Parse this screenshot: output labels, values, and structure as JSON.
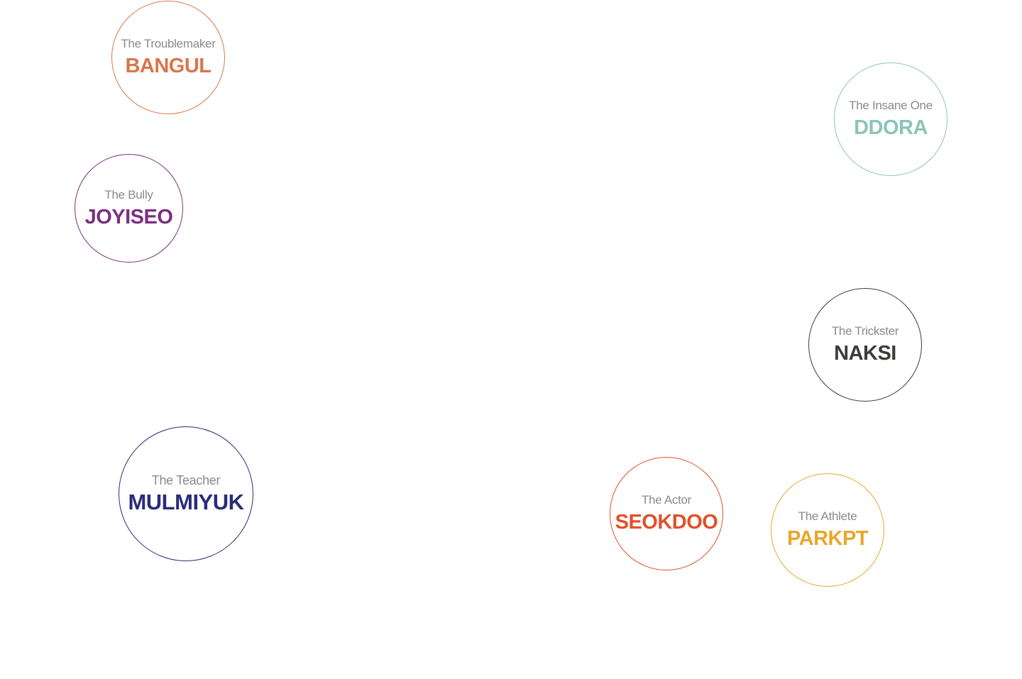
{
  "characters": [
    {
      "id": "bangul",
      "role": "The Troublemaker",
      "name": "BANGUL",
      "color": "#d9764a"
    },
    {
      "id": "ddora",
      "role": "The Insane One",
      "name": "DDORA",
      "color": "#8cc4b8"
    },
    {
      "id": "joyiseo",
      "role": "The Bully",
      "name": "JOYISEO",
      "color": "#7b2f7e"
    },
    {
      "id": "naksi",
      "role": "The Trickster",
      "name": "NAKSI",
      "color": "#3f3b37"
    },
    {
      "id": "mulmiyuk",
      "role": "The Teacher",
      "name": "MULMIYUK",
      "color": "#2a2c78"
    },
    {
      "id": "seokdoo",
      "role": "The Actor",
      "name": "SEOKDOO",
      "color": "#e0512a"
    },
    {
      "id": "parkpt",
      "role": "The Athlete",
      "name": "PARKPT",
      "color": "#e8a72b"
    }
  ]
}
